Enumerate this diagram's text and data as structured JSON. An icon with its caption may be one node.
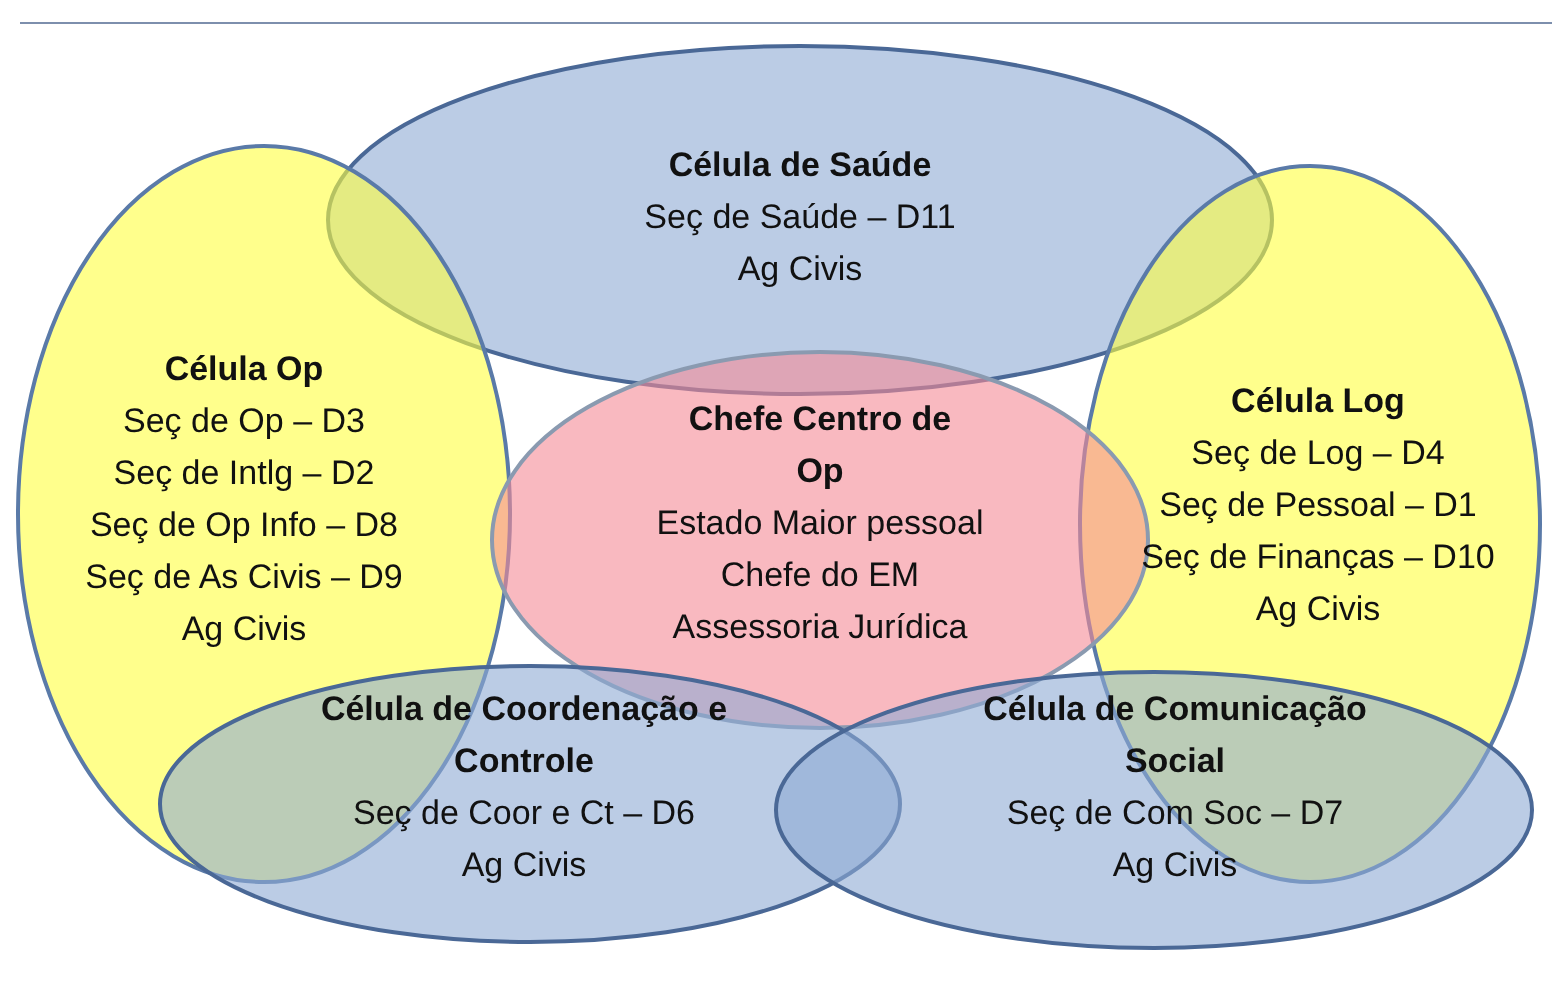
{
  "diagram": {
    "nodes": [
      {
        "text": [
          "Célula de Saúde",
          "Seç de Saúde – D11",
          "Ag Civis"
        ]
      },
      {
        "text": [
          "Célula Op",
          "Seç de Op – D3",
          "Seç de Intlg – D2",
          "Seç de Op Info – D8",
          "Seç de As Civis – D9",
          "Ag Civis"
        ]
      },
      {
        "text": [
          "Célula Log",
          "Seç de Log – D4",
          "Seç de Pessoal – D1",
          "Seç de Finanças – D10",
          "Ag Civis"
        ]
      },
      {
        "text": [
          "Chefe Centro de Op",
          "Estado Maior pessoal",
          "Chefe do EM",
          "Assessoria Jurídica"
        ]
      },
      {
        "text": [
          "Célula de Coordenação e Controle",
          "Seç de Coor e Ct – D6",
          "Ag Civis"
        ]
      },
      {
        "text": [
          "Célula de Comunicação Social",
          "Seç de Com Soc – D7",
          "Ag Civis"
        ]
      }
    ]
  }
}
